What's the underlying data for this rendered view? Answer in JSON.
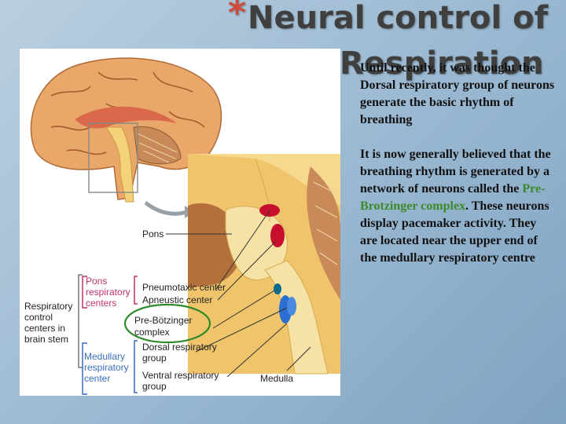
{
  "title": {
    "star": "*",
    "line1": "Neural control of",
    "line2": "Respiration"
  },
  "body": {
    "para1": "Until recently, it was thought the Dorsal respiratory group of neurons generate the basic rhythm of breathing",
    "para2_part1": "It is now generally believed that the breathing rhythm is generated by a network of neurons called the ",
    "para2_highlight": "Pre-Brotzinger complex",
    "para2_part2": ". These neurons display pacemaker activity. They are located near the upper end of the medullary respiratory centre"
  },
  "figure": {
    "pons": "Pons",
    "medulla": "Medulla",
    "group_label": [
      "Respiratory",
      "control",
      "centers in",
      "brain stem"
    ],
    "pons_centers": [
      "Pons",
      "respiratory",
      "centers"
    ],
    "medullary_center": [
      "Medullary",
      "respiratory",
      "center"
    ],
    "pneumotaxic": "Pneumotaxic center",
    "apneustic": "Apneustic center",
    "prebotzinger": [
      "Pre-Bötzinger",
      "complex"
    ],
    "dorsal": [
      "Dorsal respiratory",
      "group"
    ],
    "ventral": [
      "Ventral respiratory",
      "group"
    ]
  },
  "colors": {
    "title": "#3f3f3f",
    "star": "#d04a3a",
    "highlight": "#3d8a2a",
    "bracket_pink": "#c0306a",
    "bracket_blue": "#3a6fc0",
    "callout_circle": "#2e8a2a",
    "pons_centers": "#c8102e",
    "medullary_centers": "#2a6fd1"
  }
}
